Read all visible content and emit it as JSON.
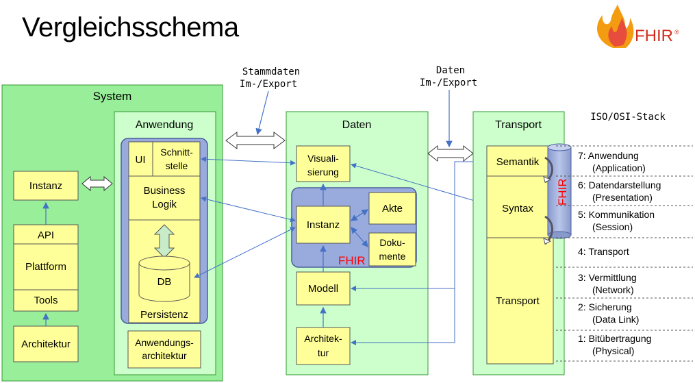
{
  "title": "Vergleichsschema",
  "logo": {
    "text": "FHIR",
    "reg": "®",
    "icon": "fhir-flame-icon",
    "color": "#d22c1c"
  },
  "colors": {
    "outer_green": "#99ee99",
    "inner_green": "#ccffcc",
    "yellow": "#ffff99",
    "blue_panel": "#99aadd",
    "arrow_blue": "#4472c4",
    "fhir_red": "#ff0000"
  },
  "system": {
    "label": "System",
    "boxes": {
      "instanz": "Instanz",
      "api": "API",
      "plattform": "Plattform",
      "tools": "Tools",
      "architektur": "Architektur"
    },
    "anwendung": {
      "label": "Anwendung",
      "ui": "UI",
      "schnittstelle": [
        "Schnitt-",
        "stelle"
      ],
      "business_logik": [
        "Business",
        "Logik"
      ],
      "db": "DB",
      "persistenz": "Persistenz",
      "anwendungsarchitektur": [
        "Anwendungs-",
        "architektur"
      ]
    }
  },
  "stammdaten": [
    "Stammdaten",
    "Im-/Export"
  ],
  "daten_export": [
    "Daten",
    "Im-/Export"
  ],
  "daten": {
    "label": "Daten",
    "visualisierung": [
      "Visuali-",
      "sierung"
    ],
    "instanz": "Instanz",
    "akte": "Akte",
    "dokumente": [
      "Doku-",
      "mente"
    ],
    "fhir": "FHIR",
    "modell": "Modell",
    "architektur": [
      "Architek-",
      "tur"
    ]
  },
  "transport": {
    "label": "Transport",
    "semantik": "Semantik",
    "syntax": "Syntax",
    "transport": "Transport",
    "fhir": "FHIR"
  },
  "iso_osi": {
    "title": "ISO/OSI-Stack",
    "layers": [
      [
        "7: Anwendung",
        "(Application)"
      ],
      [
        "6: Datendarstellung",
        "(Presentation)"
      ],
      [
        "5: Kommunikation",
        "(Session)"
      ],
      [
        "4: Transport"
      ],
      [
        "3: Vermittlung",
        "(Network)"
      ],
      [
        "2: Sicherung",
        "(Data Link)"
      ],
      [
        "1: Bitübertragung",
        "(Physical)"
      ]
    ]
  }
}
